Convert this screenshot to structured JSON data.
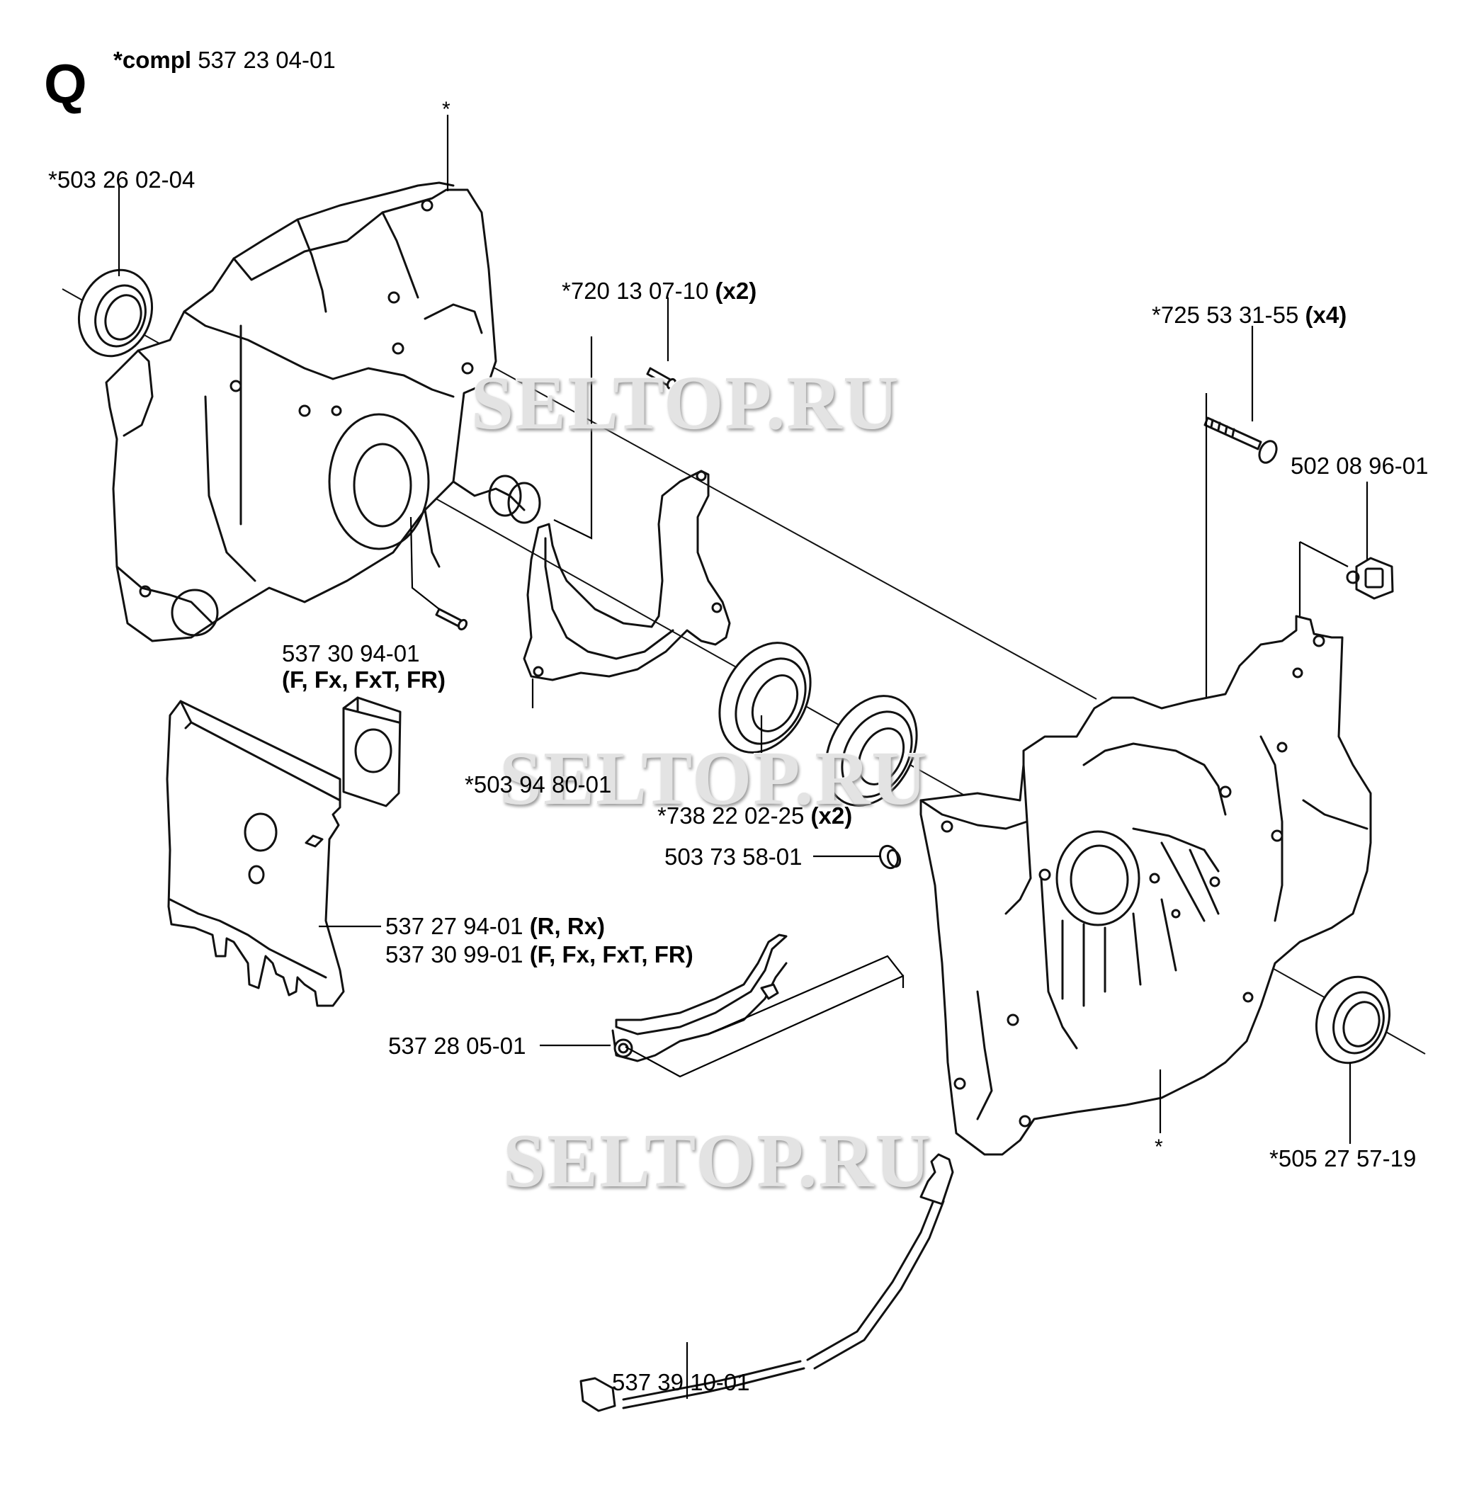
{
  "section": "Q",
  "header": {
    "compl_prefix": "*compl",
    "compl_number": "537 23 04-01"
  },
  "asterisks": [
    "*",
    "*"
  ],
  "parts": {
    "seal_left": {
      "number": "*503 26 02-04"
    },
    "pin": {
      "number": "*720 13 07-10",
      "qty": "(x2)"
    },
    "screw": {
      "number": "*725 53 31-55",
      "qty": "(x4)"
    },
    "nut": {
      "number": "502 08 96-01"
    },
    "spacer": {
      "number": "537 30 94-01",
      "variants": "(F, Fx, FxT, FR)"
    },
    "gasket": {
      "number": "*503 94 80-01"
    },
    "bearing": {
      "number": "*738 22 02-25",
      "qty": "(x2)"
    },
    "plug": {
      "number": "503 73 58-01"
    },
    "plate_a": {
      "number": "537 27 94-01",
      "variants": "(R, Rx)"
    },
    "plate_b": {
      "number": "537 30 99-01",
      "variants": "(F, Fx, FxT, FR)"
    },
    "clip": {
      "number": "537 28 05-01"
    },
    "seal_right": {
      "number": "*505 27 57-19"
    },
    "cable": {
      "number": "537 39 10-01"
    }
  },
  "watermarks": [
    "SELTOP.RU",
    "SELTOP.RU",
    "SELTOP.RU"
  ]
}
